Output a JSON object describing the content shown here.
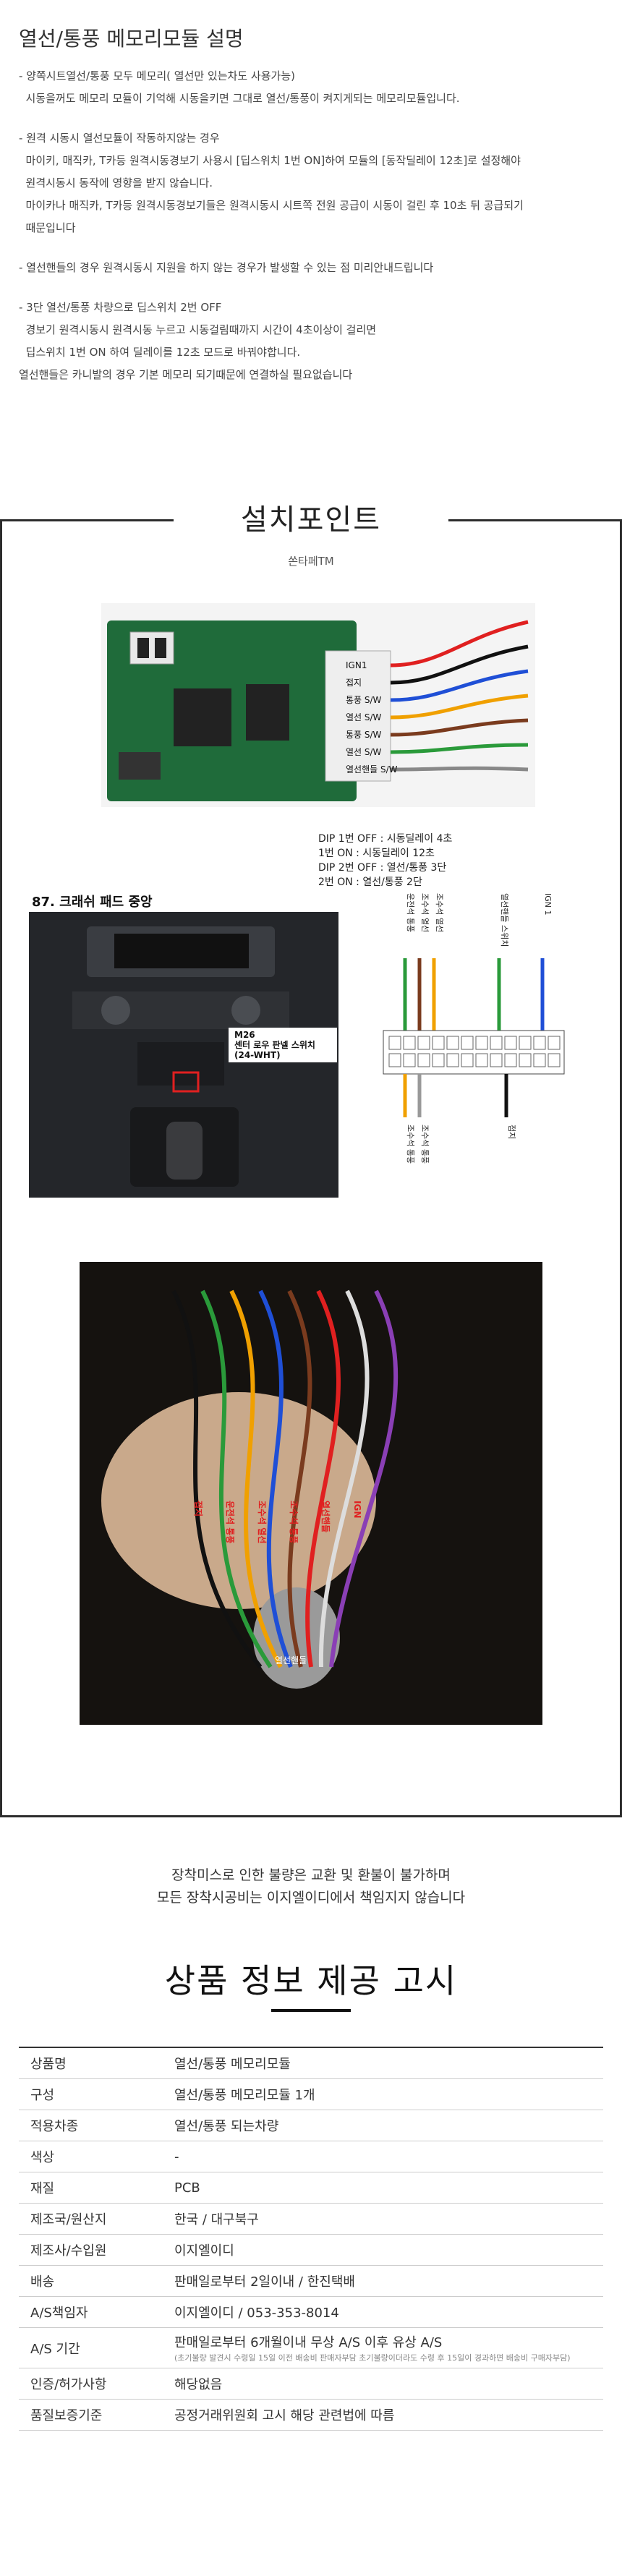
{
  "intro": {
    "title": "열선/통풍 메모리모듈 설명",
    "lines": [
      "- 양쪽시트열선/통풍 모두 메모리( 열선만 있는차도 사용가능)",
      "  시동을꺼도 메모리 모듈이 기억해 시동을키면 그대로 열선/통풍이 켜지게되는 메모리모듈입니다.",
      "",
      "- 원격 시동시 열선모듈이 작동하지않는 경우",
      "  마이키, 매직카, T카등 원격시동경보기 사용시 [딥스위치 1번 ON]하여 모듈의 [동작딜레이 12초]로 설정해야",
      "  원격시동시 동작에 영향을 받지 않습니다.",
      "  마이카나 매직카, T카등 원격시동경보기들은 원격시동시 시트쪽 전원 공급이 시동이 걸린 후 10초 뒤 공급되기",
      "  때문입니다",
      "",
      "- 열선핸들의 경우 원격시동시 지원을 하지 않는 경우가 발생할 수 있는 점 미리안내드립니다",
      "",
      "- 3단 열선/통풍 차량으로 딥스위치 2번 OFF",
      "  경보기 원격시동시 원격시동 누르고 시동걸림때까지 시간이 4초이상이 걸리면",
      "  딥스위치 1번 ON 하여 딜레이를 12초 모드로 바꿔야합니다.",
      "열선핸들은 카니발의 경우 기본 메모리 되기때문에 연결하실 필요없습니다"
    ]
  },
  "install": {
    "title": "설치포인트",
    "subtitle": "쏜타페TM",
    "pcb_labels": [
      "IGN1",
      "접지",
      "통풍 S/W",
      "열선 S/W",
      "통풍 S/W",
      "열선 S/W",
      "열선핸들 S/W"
    ],
    "dip_lines": [
      [
        "DIP 1번 OFF : 시동딜레이 4초",
        "1번 ON : 시동딜레이 12초"
      ],
      [
        "DIP 2번 OFF : 열선/통풍 3단",
        "2번 ON : 열선/통풍 2단"
      ]
    ],
    "crash_title": "87. 크래쉬 패드 중앙",
    "callout": [
      "M26",
      "센터 로우 판넬 스위치",
      "(24-WHT)"
    ],
    "connector_top_labels": [
      "운전석 통풍",
      "조수석 열선",
      "조수석 열선",
      "열선핸들 스위치",
      "IGN 1"
    ],
    "connector_bottom_labels": [
      "조수석 통풍",
      "조수석 통풍",
      "접지"
    ],
    "hand_labels": [
      "접지",
      "운전석 통풍",
      "조수석 열선",
      "조수석 통풍",
      "열선핸들",
      "IGN"
    ],
    "hand_bottom_label": "열선핸들"
  },
  "notice": [
    "장착미스로 인한 불량은 교환 및 환불이 불가하며",
    "모든 장착시공비는 이지엘이디에서 책임지지 않습니다"
  ],
  "info": {
    "title": "상품 정보 제공 고시",
    "rows": [
      {
        "k": "상품명",
        "v": "열선/통풍 메모리모듈",
        "note": ""
      },
      {
        "k": "구성",
        "v": "열선/통풍 메모리모듈 1개",
        "note": ""
      },
      {
        "k": "적용차종",
        "v": "열선/통풍 되는차량",
        "note": ""
      },
      {
        "k": "색상",
        "v": "-",
        "note": ""
      },
      {
        "k": "재질",
        "v": "PCB",
        "note": ""
      },
      {
        "k": "제조국/원산지",
        "v": "한국 / 대구북구",
        "note": ""
      },
      {
        "k": "제조사/수입원",
        "v": "이지엘이디",
        "note": ""
      },
      {
        "k": "배송",
        "v": "판매일로부터 2일이내 / 한진택배",
        "note": ""
      },
      {
        "k": "A/S책임자",
        "v": "이지엘이디 / 053-353-8014",
        "note": ""
      },
      {
        "k": "A/S 기간",
        "v": "판매일로부터 6개월이내 무상 A/S 이후 유상 A/S",
        "note": "(초기불량 발견시 수령일 15일 이전 배송비 판매자부담 초기불량이더라도 수령 후 15일이 경과하면 배송비 구매자부담)"
      },
      {
        "k": "인증/허가사항",
        "v": "해당없음",
        "note": ""
      },
      {
        "k": "품질보증기준",
        "v": "공정거래위원회 고시 해당 관련법에 따름",
        "note": ""
      }
    ]
  },
  "colors": {
    "frame": "#2c2c2c",
    "pcb_green": "#1f6b3a",
    "callout_red": "#e02020"
  }
}
